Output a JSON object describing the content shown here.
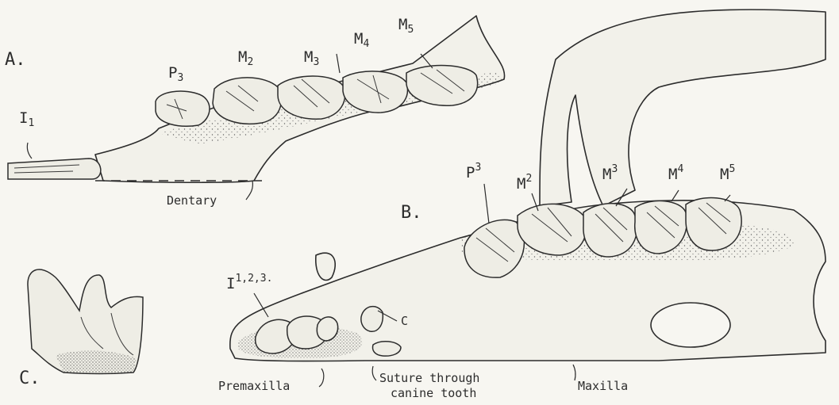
{
  "panels": {
    "a": {
      "letter": "A.",
      "teeth": [
        {
          "base": "I",
          "sub": "1"
        },
        {
          "base": "P",
          "sub": "3"
        },
        {
          "base": "M",
          "sub": "2"
        },
        {
          "base": "M",
          "sub": "3"
        },
        {
          "base": "M",
          "sub": "4"
        },
        {
          "base": "M",
          "sub": "5"
        }
      ],
      "bone_label": "Dentary"
    },
    "b": {
      "letter": "B.",
      "teeth": [
        {
          "base": "P",
          "sup": "3"
        },
        {
          "base": "M",
          "sup": "2"
        },
        {
          "base": "M",
          "sup": "3"
        },
        {
          "base": "M",
          "sup": "4"
        },
        {
          "base": "M",
          "sup": "5"
        }
      ],
      "incisors": {
        "base": "I",
        "sup": "1,2,3."
      },
      "canine": "C",
      "premaxilla": "Premaxilla",
      "suture_line1": "Suture through",
      "suture_line2": "canine tooth",
      "maxilla": "Maxilla"
    },
    "c": {
      "letter": "C."
    }
  }
}
